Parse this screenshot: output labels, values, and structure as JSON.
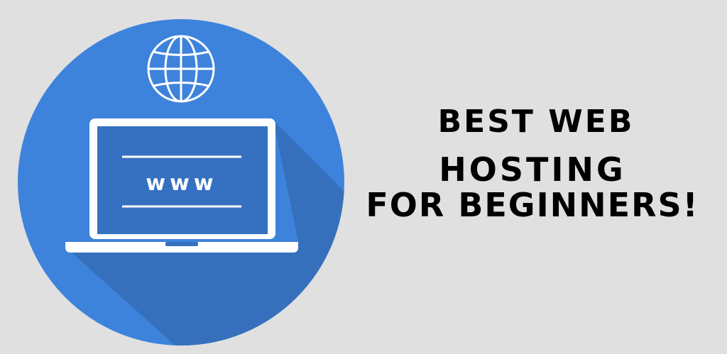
{
  "colors": {
    "background": "#e0e0e0",
    "circle": "#3d83dc",
    "shadow": "#3670bd",
    "screen": "#3571c0",
    "outline": "#ffffff",
    "text": "#000000"
  },
  "icons": {
    "globe": "globe-icon",
    "laptop": "laptop-icon"
  },
  "logo": {
    "screen_text": "www"
  },
  "headline": {
    "line1": "Best Web",
    "line2": "Hosting",
    "line3": "for Beginners!"
  }
}
